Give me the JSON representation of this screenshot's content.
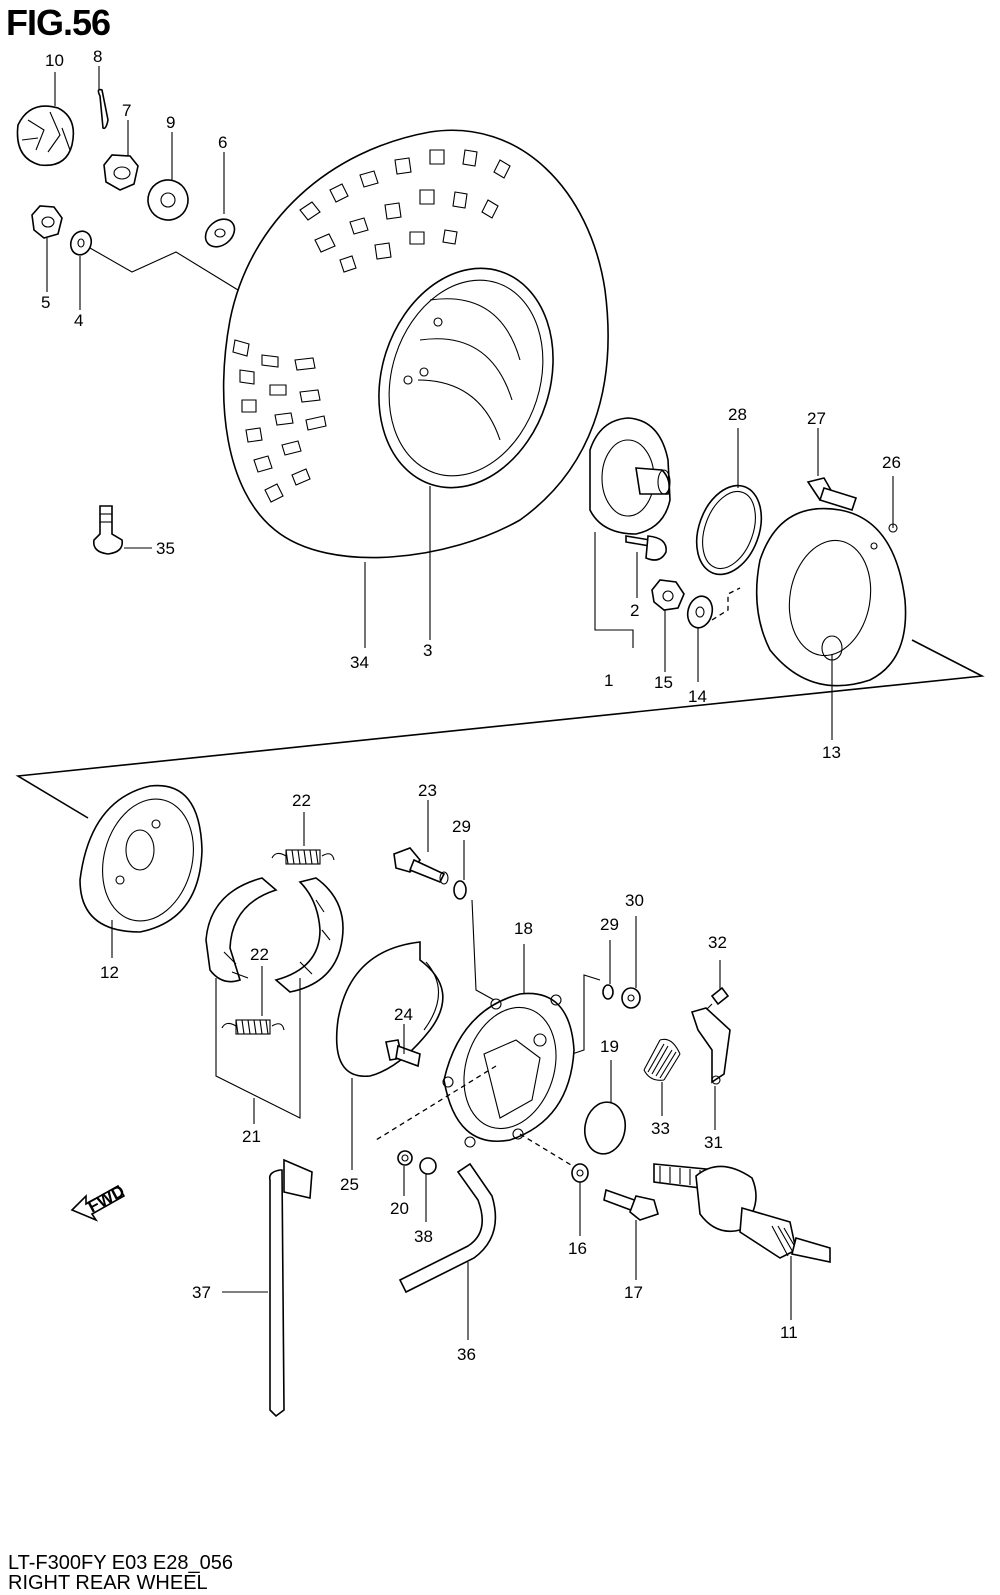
{
  "figure": {
    "title": "FIG.56",
    "code": "LT-F300FY E03 E28_056",
    "name": "RIGHT REAR WHEEL",
    "fwd_label": "FWD"
  },
  "callouts": [
    "1",
    "2",
    "3",
    "4",
    "5",
    "6",
    "7",
    "8",
    "9",
    "10",
    "11",
    "12",
    "13",
    "14",
    "15",
    "16",
    "17",
    "18",
    "19",
    "20",
    "21",
    "22",
    "22",
    "23",
    "24",
    "25",
    "26",
    "27",
    "28",
    "29",
    "29",
    "30",
    "31",
    "32",
    "33",
    "34",
    "35",
    "36",
    "37",
    "38"
  ]
}
